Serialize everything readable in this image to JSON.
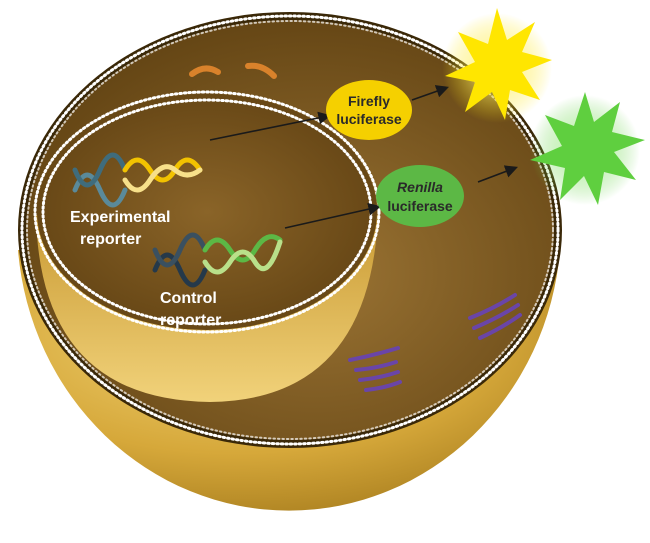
{
  "labels": {
    "experimental_line1": "Experimental",
    "experimental_line2": "reporter",
    "control_line1": "Control",
    "control_line2": "reporter",
    "firefly_line1": "Firefly",
    "firefly_line2": "luciferase",
    "renilla_line1": "Renilla",
    "renilla_line2": "luciferase"
  },
  "colors": {
    "cytoplasm": "#6b4a12",
    "bowl": "#d9ad3c",
    "firefly": "#f5d000",
    "renilla": "#5cb845",
    "yellow_light": "#ffe600",
    "green_light": "#5fcf3f",
    "organelle_orange": "#d9822b",
    "organelle_purple": "#6a45a8"
  }
}
